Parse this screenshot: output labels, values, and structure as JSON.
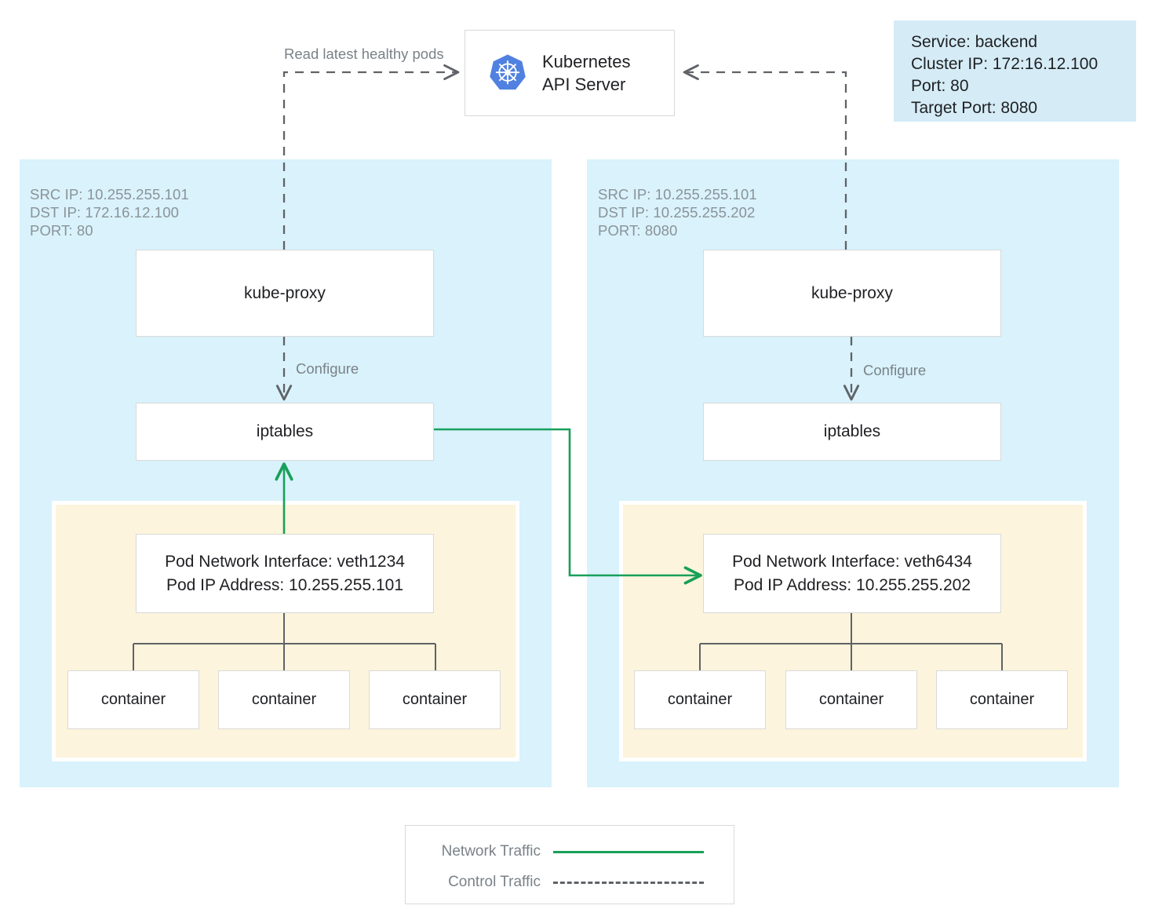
{
  "diagram": {
    "title": "Kubernetes kube-proxy iptables service routing",
    "colors": {
      "node_bg": "#d9f2fc",
      "pod_bg": "#fcf4dc",
      "service_callout_bg": "#d5ecf7",
      "network_traffic": "#18a05a",
      "control_traffic": "#5f6368",
      "box_border": "#d9d9d9",
      "k8s_blue": "#5181e0"
    }
  },
  "api_server": {
    "icon": "kubernetes-logo-icon",
    "label": "Kubernetes\nAPI Server"
  },
  "service_callout": {
    "name": "service-info-callout",
    "lines": "Service: backend\nCluster IP: 172:16.12.100\nPort: 80\nTarget Port: 8080",
    "service": "backend",
    "cluster_ip": "172:16.12.100",
    "port": "80",
    "target_port": "8080"
  },
  "edge_labels": {
    "read_pods": "Read latest healthy pods",
    "configure_left": "Configure",
    "configure_right": "Configure"
  },
  "nodes": [
    {
      "id": "node-left",
      "meta": "SRC IP: 10.255.255.101\nDST IP: 172.16.12.100\nPORT: 80",
      "src_ip": "10.255.255.101",
      "dst_ip": "172.16.12.100",
      "port": "80",
      "kube_proxy_label": "kube-proxy",
      "iptables_label": "iptables",
      "pod": {
        "interface_label": "Pod Network Interface: veth1234\nPod IP Address: 10.255.255.101",
        "interface_name": "veth1234",
        "pod_ip": "10.255.255.101",
        "containers": [
          "container",
          "container",
          "container"
        ]
      }
    },
    {
      "id": "node-right",
      "meta": "SRC IP: 10.255.255.101\nDST IP: 10.255.255.202\nPORT: 8080",
      "src_ip": "10.255.255.101",
      "dst_ip": "10.255.255.202",
      "port": "8080",
      "kube_proxy_label": "kube-proxy",
      "iptables_label": "iptables",
      "pod": {
        "interface_label": "Pod Network Interface: veth6434\nPod IP Address: 10.255.255.202",
        "interface_name": "veth6434",
        "pod_ip": "10.255.255.202",
        "containers": [
          "container",
          "container",
          "container"
        ]
      }
    }
  ],
  "legend": {
    "rows": [
      {
        "label": "Network Traffic",
        "style": "solid",
        "color": "#18a05a"
      },
      {
        "label": "Control Traffic",
        "style": "dashed",
        "color": "#5f6368"
      }
    ]
  }
}
